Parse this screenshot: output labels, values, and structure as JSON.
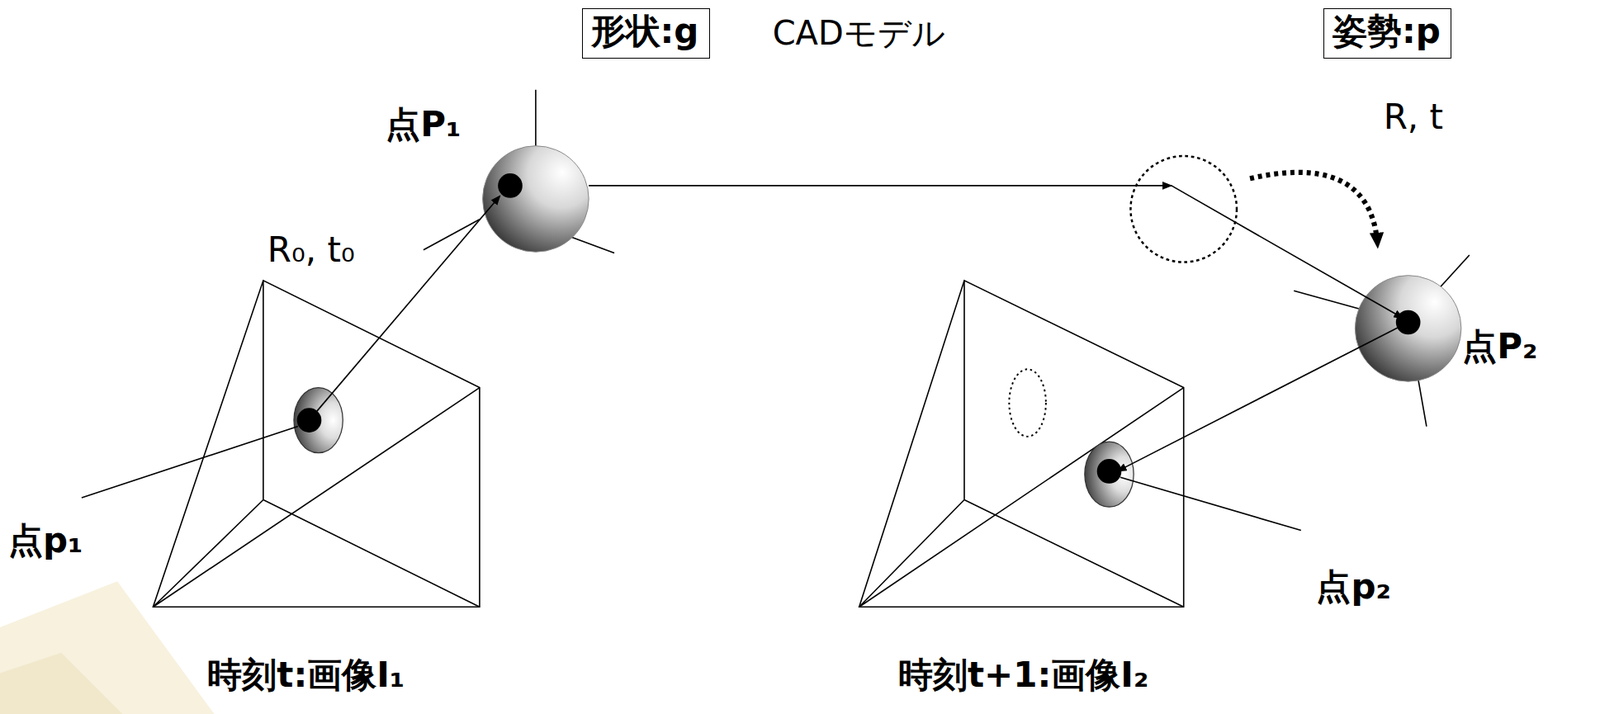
{
  "diagram": {
    "nodes": [
      {
        "text": [
          "形状:g"
        ]
      },
      {
        "text": [
          "姿勢:p"
        ]
      }
    ],
    "labels": [
      "CADモデル",
      "R, t",
      "点P₁",
      "R₀, t₀",
      "点p₁",
      "点P₂",
      "点p₂",
      "時刻t:画像I₁",
      "時刻t+1:画像I₂"
    ]
  }
}
